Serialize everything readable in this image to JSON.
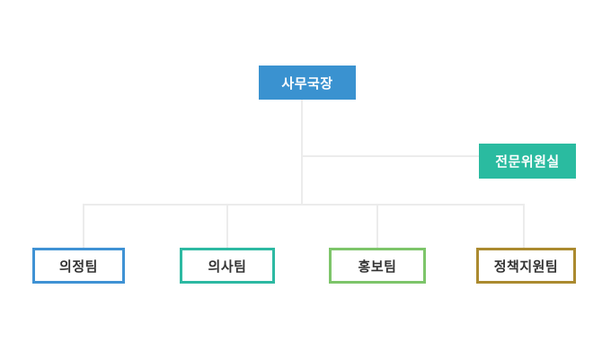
{
  "org_chart": {
    "root": {
      "label": "사무국장",
      "fill_color": "#3a92d0",
      "text_color": "#ffffff"
    },
    "staff": {
      "label": "전문위원실",
      "fill_color": "#2abba0",
      "text_color": "#ffffff"
    },
    "teams": [
      {
        "label": "의정팀",
        "border_color": "#3f92d4"
      },
      {
        "label": "의사팀",
        "border_color": "#2db9a2"
      },
      {
        "label": "홍보팀",
        "border_color": "#7dc56a"
      },
      {
        "label": "정책지원팀",
        "border_color": "#ab8a2f"
      }
    ],
    "team_text_color": "#333333",
    "connector_color": "#ececec",
    "background_color": "#ffffff",
    "hierarchy_note": "사무국장 → (전문위원실 staff branch); 사무국장 → 의정팀, 의사팀, 홍보팀, 정책지원팀"
  }
}
